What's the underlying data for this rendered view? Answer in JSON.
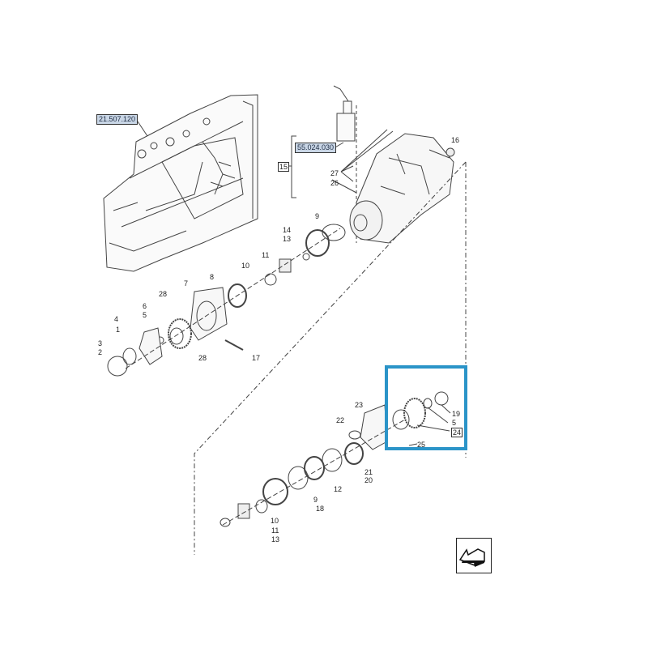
{
  "diagram": {
    "type": "exploded-parts-diagram",
    "references": [
      {
        "id": "ref-housing",
        "text": "21.507.120"
      },
      {
        "id": "ref-valve",
        "text": "55.024.030"
      }
    ],
    "group_label": "15",
    "highlight_color": "#2b94c8",
    "highlight_item": "24",
    "callouts": {
      "c1": "1",
      "c2": "2",
      "c3": "3",
      "c4": "4",
      "c5a": "5",
      "c6": "6",
      "c7": "7",
      "c8": "8",
      "c9a": "9",
      "c10a": "10",
      "c11a": "11",
      "c13a": "13",
      "c14": "14",
      "c16": "16",
      "c17": "17",
      "c28a": "28",
      "c28b": "28",
      "c26": "26",
      "c27": "27",
      "c23": "23",
      "c22": "22",
      "c19": "19",
      "c5b": "5",
      "c24": "24",
      "c25": "25",
      "c21": "21",
      "c20": "20",
      "c12": "12",
      "c9b": "9",
      "c18": "18",
      "c10b": "10",
      "c11b": "11",
      "c13b": "13"
    },
    "nav_icon": "previous-page-arrow-icon"
  }
}
